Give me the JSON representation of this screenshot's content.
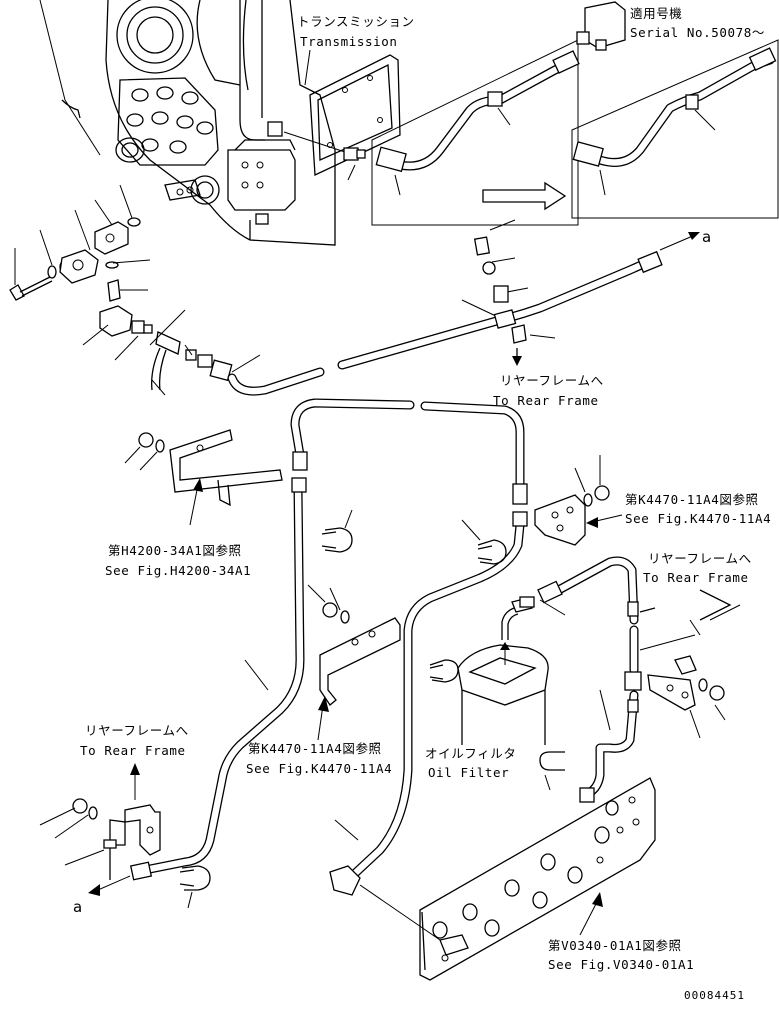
{
  "labels": {
    "transmission_jp": "トランスミッション",
    "transmission_en": "Transmission",
    "serial_jp": "適用号機",
    "serial_en": "Serial No.50078～",
    "to_rear_frame_jp": "リヤーフレームへ",
    "to_rear_frame_en": "To Rear Frame",
    "ref_k4470_jp": "第K4470-11A4図参照",
    "ref_k4470_en": "See Fig.K4470-11A4",
    "ref_h4200_jp": "第H4200-34A1図参照",
    "ref_h4200_en": "See Fig.H4200-34A1",
    "oil_filter_jp": "オイルフィルタ",
    "oil_filter_en": "Oil Filter",
    "ref_v0340_jp": "第V0340-01A1図参照",
    "ref_v0340_en": "See Fig.V0340-01A1",
    "callout_a": "a",
    "drawing_number": "00084451"
  }
}
